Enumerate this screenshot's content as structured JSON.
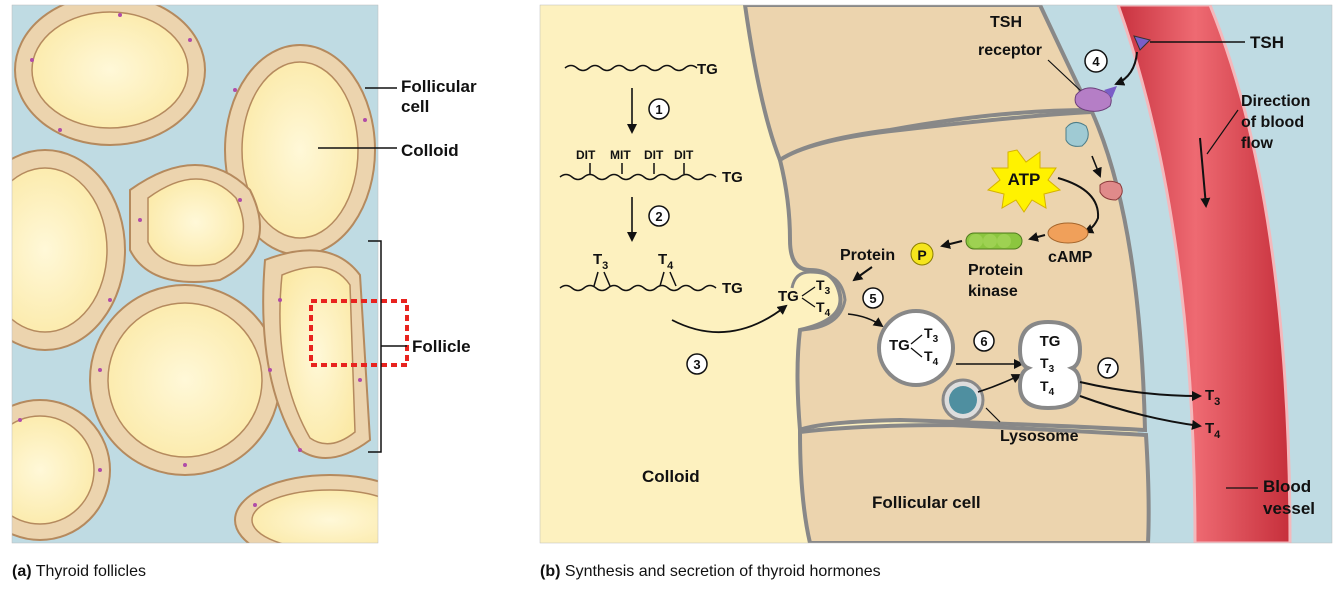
{
  "panel_a": {
    "label_follicular_cell_1": "Follicular",
    "label_follicular_cell_2": "cell",
    "label_colloid": "Colloid",
    "label_follicle": "Follicle",
    "caption_letter": "(a)",
    "caption_text": "Thyroid follicles"
  },
  "panel_b": {
    "tg": "TG",
    "dit": "DIT",
    "mit": "MIT",
    "t_letter": "T",
    "sub3": "3",
    "sub4": "4",
    "steps": [
      "1",
      "2",
      "3",
      "4",
      "5",
      "6",
      "7"
    ],
    "tsh": "TSH",
    "tsh_receptor_1": "TSH",
    "tsh_receptor_2": "receptor",
    "atp": "ATP",
    "camp": "cAMP",
    "protein": "Protein",
    "p_badge": "P",
    "protein_kinase_1": "Protein",
    "protein_kinase_2": "kinase",
    "lysosome": "Lysosome",
    "colloid": "Colloid",
    "follicular_cell": "Follicular cell",
    "blood_vessel_1": "Blood",
    "blood_vessel_2": "vessel",
    "direction_1": "Direction",
    "direction_2": "of blood",
    "direction_3": "flow",
    "caption_letter": "(b)",
    "caption_text": "Synthesis and secretion of thyroid hormones"
  },
  "colors": {
    "colloid": "#fdf1bf",
    "follicular_cell": "#ecd4ae",
    "interstitial": "#bfdbe3",
    "blood_vessel": "#e04a55",
    "highlight_box": "#e8231f",
    "atp_star": "#fff200",
    "p_badge": "#f5e51e",
    "protein_kinase": "#8cc63f",
    "camp": "#f0a05a",
    "receptor": "#b57ec6",
    "tsh_marker": "#7a5ec8",
    "lysosome": "#4f8fa0"
  }
}
